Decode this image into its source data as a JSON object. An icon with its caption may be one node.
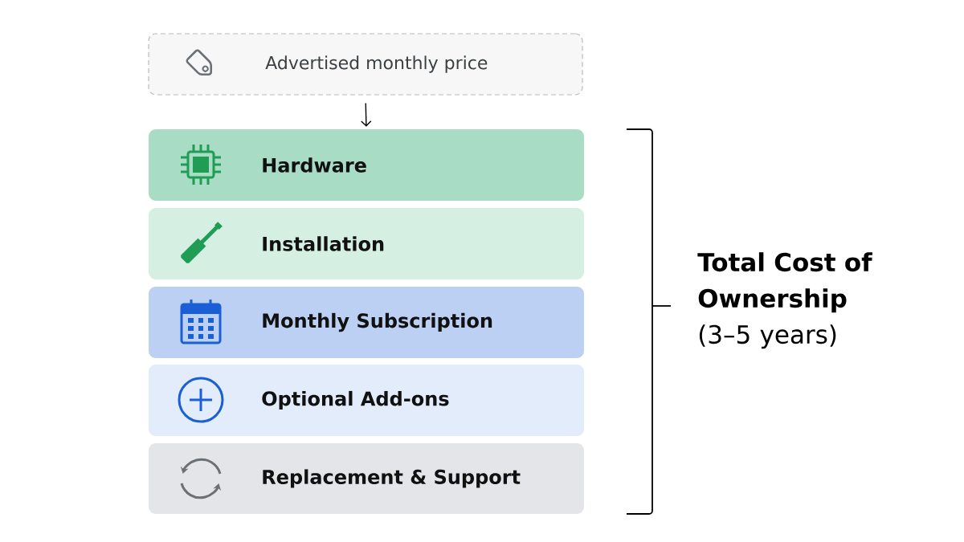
{
  "diagram": {
    "nodes": [
      {
        "text": [
          "Advertised monthly price"
        ]
      },
      {
        "text": [
          "Hardware"
        ]
      },
      {
        "text": [
          "Installation"
        ]
      },
      {
        "text": [
          "Monthly Subscription"
        ]
      },
      {
        "text": [
          "Optional Add-ons"
        ]
      },
      {
        "text": [
          "Replacement & Support"
        ]
      }
    ],
    "edges": [
      {
        "from": 0,
        "to": 1,
        "arrow": "to"
      }
    ],
    "labels": [
      "Total Cost of Ownership",
      "(3–5 years)"
    ]
  }
}
